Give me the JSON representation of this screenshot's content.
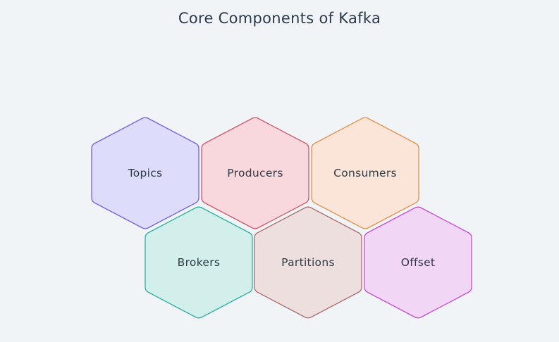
{
  "title": "Core Components of Kafka",
  "components": [
    {
      "label": "Topics",
      "fill": "#dedcfb",
      "stroke": "#6656e6"
    },
    {
      "label": "Producers",
      "fill": "#f8d8dd",
      "stroke": "#d14a5e"
    },
    {
      "label": "Consumers",
      "fill": "#fae5d8",
      "stroke": "#e8893e"
    },
    {
      "label": "Brokers",
      "fill": "#d2efec",
      "stroke": "#1faa98"
    },
    {
      "label": "Partitions",
      "fill": "#eedfdf",
      "stroke": "#a86464"
    },
    {
      "label": "Offset",
      "fill": "#f1d6f5",
      "stroke": "#c43fd2"
    }
  ]
}
